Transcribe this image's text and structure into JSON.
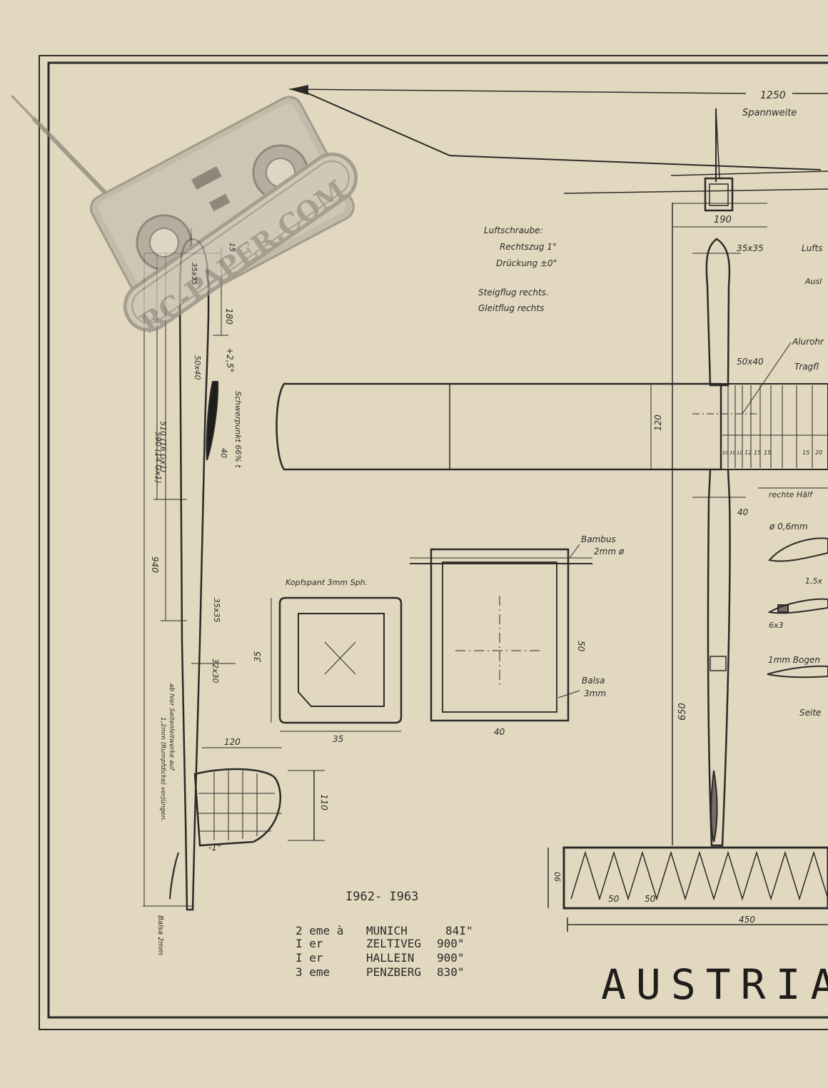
{
  "watermark": {
    "text": "RC-PAPER.COM"
  },
  "top_view": {
    "span_value": "1250",
    "span_label": "Spannweite",
    "width_190": "190",
    "nose_section": "35x35",
    "section_50x40": "50x40",
    "chord_120": "120",
    "dim_40": "40",
    "length_650": "650",
    "rib_numbers": [
      "10",
      "10",
      "10",
      "12",
      "15",
      "15",
      "15",
      "20"
    ]
  },
  "notes": {
    "propeller_title": "Luftschraube:",
    "right_thrust": "Rechtszug 1°",
    "down_thrust": "Drückung ±0°",
    "climb": "Steigflug rechts.",
    "glide": "Gleitflug rechts"
  },
  "right_labels": [
    "Lufts",
    "Ausl",
    "Alurohr",
    "Tragfl",
    "rechte Hälf",
    "ø 0,6mm",
    "1,5x",
    "6x3",
    "1mm Bogen",
    "Seite"
  ],
  "side_view": {
    "dim_15": "15",
    "section_35x35_top": "35x35",
    "dim_180": "180",
    "incidence": "+2,5°",
    "section_50x40": "50x40",
    "cg_label": "Schwerpunkt 66% t",
    "dim_40": "40",
    "dim_510": "510 (16 Gx1)",
    "dim_590": "590 (14 Gx1)",
    "dim_940": "940",
    "section_35x35": "35x35",
    "section_32x30": "32x30",
    "rudder_note_1": "ab hier Seitenleitwerke auf",
    "rudder_note_2": "1,2mm (Rumpfdicke) verjüngen.",
    "balsa_note": "Balsa 2mm",
    "fin_width": "120",
    "fin_height": "110",
    "tail_incidence": "-1°"
  },
  "head_former": {
    "title": "Kopfspant 3mm Sph.",
    "dim_side": "35",
    "dim_bottom": "35"
  },
  "cross_section": {
    "bamboo": "Bambus",
    "bamboo_size": "2mm ø",
    "height": "50",
    "balsa": "Balsa",
    "balsa_size": "3mm",
    "width": "40"
  },
  "stabilizer": {
    "height": "90",
    "dim_a": "50",
    "dim_b": "50",
    "span": "450"
  },
  "record": {
    "years": "I962- I963",
    "results": [
      {
        "place": "2 eme à",
        "location": "MUNICH",
        "time": "84I\""
      },
      {
        "place": "I er",
        "location": "ZELTIVEG",
        "time": "900\""
      },
      {
        "place": "I er",
        "location": "HALLEIN",
        "time": "900\""
      },
      {
        "place": "3 eme",
        "location": "PENZBERG",
        "time": "830\""
      }
    ]
  },
  "title": "AUSTRIA",
  "colors": {
    "paper": "#e6dcc4",
    "ink": "#2b2a28",
    "watermark": "#9a958a"
  }
}
